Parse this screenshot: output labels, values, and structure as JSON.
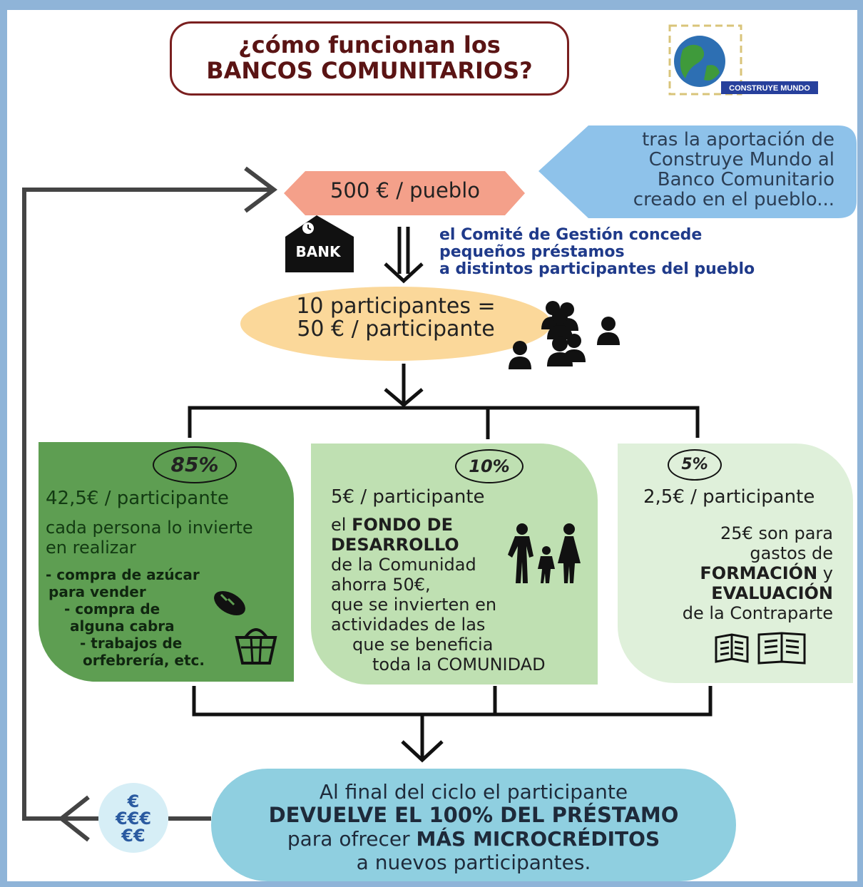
{
  "title": {
    "line1": "¿cómo funcionan los",
    "line2": "BANCOS COMUNITARIOS?"
  },
  "logo": {
    "label": "CONSTRUYE MUNDO",
    "icon": "globe-puzzle-icon"
  },
  "intro_note": {
    "lines": [
      "tras la aportación de",
      "Construye Mundo al",
      "Banco Comunitario",
      "creado en el pueblo..."
    ]
  },
  "pueblo_amount": "500 € / pueblo",
  "bank_sign": "BANK",
  "comite_text": {
    "lines": [
      "el Comité de Gestión concede",
      "pequeños préstamos",
      "a distintos participantes del pueblo"
    ]
  },
  "participants": {
    "line1": "10 participantes =",
    "line2": "50 € / participante"
  },
  "branch_85": {
    "pct": "85%",
    "amount": "42,5€ / participante",
    "desc": [
      "cada persona lo invierte",
      "en realizar"
    ],
    "items": [
      "- compra de azúcar",
      "para vender",
      "- compra de",
      "alguna cabra",
      "- trabajos de",
      "orfebrería, etc."
    ]
  },
  "branch_10": {
    "pct": "10%",
    "amount": "5€ / participante",
    "pre": "el",
    "bold1": "FONDO DE",
    "bold2": "DESARROLLO",
    "lines": [
      "de la Comunidad",
      "ahorra 50€,",
      "que se invierten en",
      "actividades de las",
      "que se beneficia",
      "toda la COMUNIDAD"
    ]
  },
  "branch_5": {
    "pct": "5%",
    "amount": "2,5€ / participante",
    "line1": "25€ son para",
    "line2": "gastos de",
    "bold1": "FORMACIÓN",
    "conj": "y",
    "bold2": "EVALUACIÓN",
    "line3": "de la Contraparte"
  },
  "final": {
    "line1": "Al final del ciclo el participante",
    "line2": "DEVUELVE EL 100% DEL PRÉSTAMO",
    "line3_pre": "para ofrecer ",
    "line3_bold": "MÁS MICROCRÉDITOS",
    "line4": "a nuevos participantes."
  },
  "coins": {
    "row1": "€",
    "row2": "€€€",
    "row3": "€€"
  },
  "colors": {
    "title_border": "#7a1f1f",
    "note_bg": "#8ec2ea",
    "pueblo_pill": "#f4a08a",
    "participants_pill": "#fbd89a",
    "box_85": "#5e9e52",
    "box_10": "#bfe0b2",
    "box_5": "#dff0da",
    "final_bg": "#8fcfe0",
    "comite_text": "#1f3a8a"
  }
}
